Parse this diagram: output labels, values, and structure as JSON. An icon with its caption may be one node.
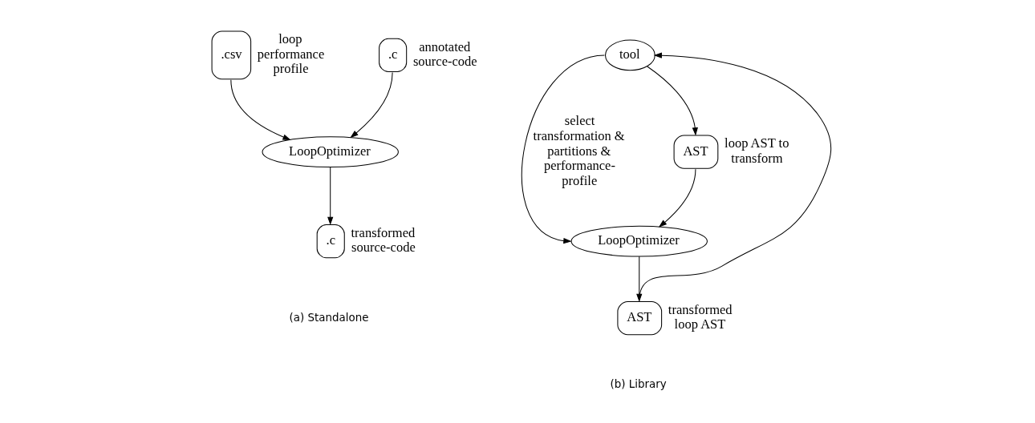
{
  "diagram": {
    "nodes": [
      {
        "text": [
          ".c"
        ],
        "beside": [
          "annotated source-code"
        ]
      },
      {
        "text": [
          ".csv"
        ],
        "beside": [
          "loop performance profile"
        ]
      },
      {
        "text": [
          "LoopOptimizer"
        ]
      },
      {
        "text": [
          ".c"
        ],
        "beside": [
          "transformed source-code"
        ]
      },
      {
        "text": [
          "tool"
        ]
      },
      {
        "text": [
          "AST"
        ],
        "beside": [
          "loop AST to transform"
        ]
      },
      {
        "text": [
          "LoopOptimizer"
        ]
      },
      {
        "text": [
          "AST"
        ],
        "beside": [
          "transformed loop AST"
        ]
      }
    ],
    "edges": [
      {
        "from": 0,
        "to": 2,
        "arrow": "to"
      },
      {
        "from": 1,
        "to": 2,
        "arrow": "to"
      },
      {
        "from": 2,
        "to": 3,
        "arrow": "to"
      },
      {
        "from": 4,
        "to": 5,
        "arrow": "to"
      },
      {
        "from": 5,
        "to": 6,
        "arrow": "to"
      },
      {
        "from": 6,
        "to": 7,
        "arrow": "to"
      },
      {
        "from": 7,
        "to": 4,
        "arrow": "to"
      },
      {
        "from": 4,
        "to": 6,
        "arrow": "to",
        "label": "select transformation & partitions & performance-profile"
      }
    ],
    "labels": [
      "(a) Standalone",
      "(b) Library"
    ]
  }
}
